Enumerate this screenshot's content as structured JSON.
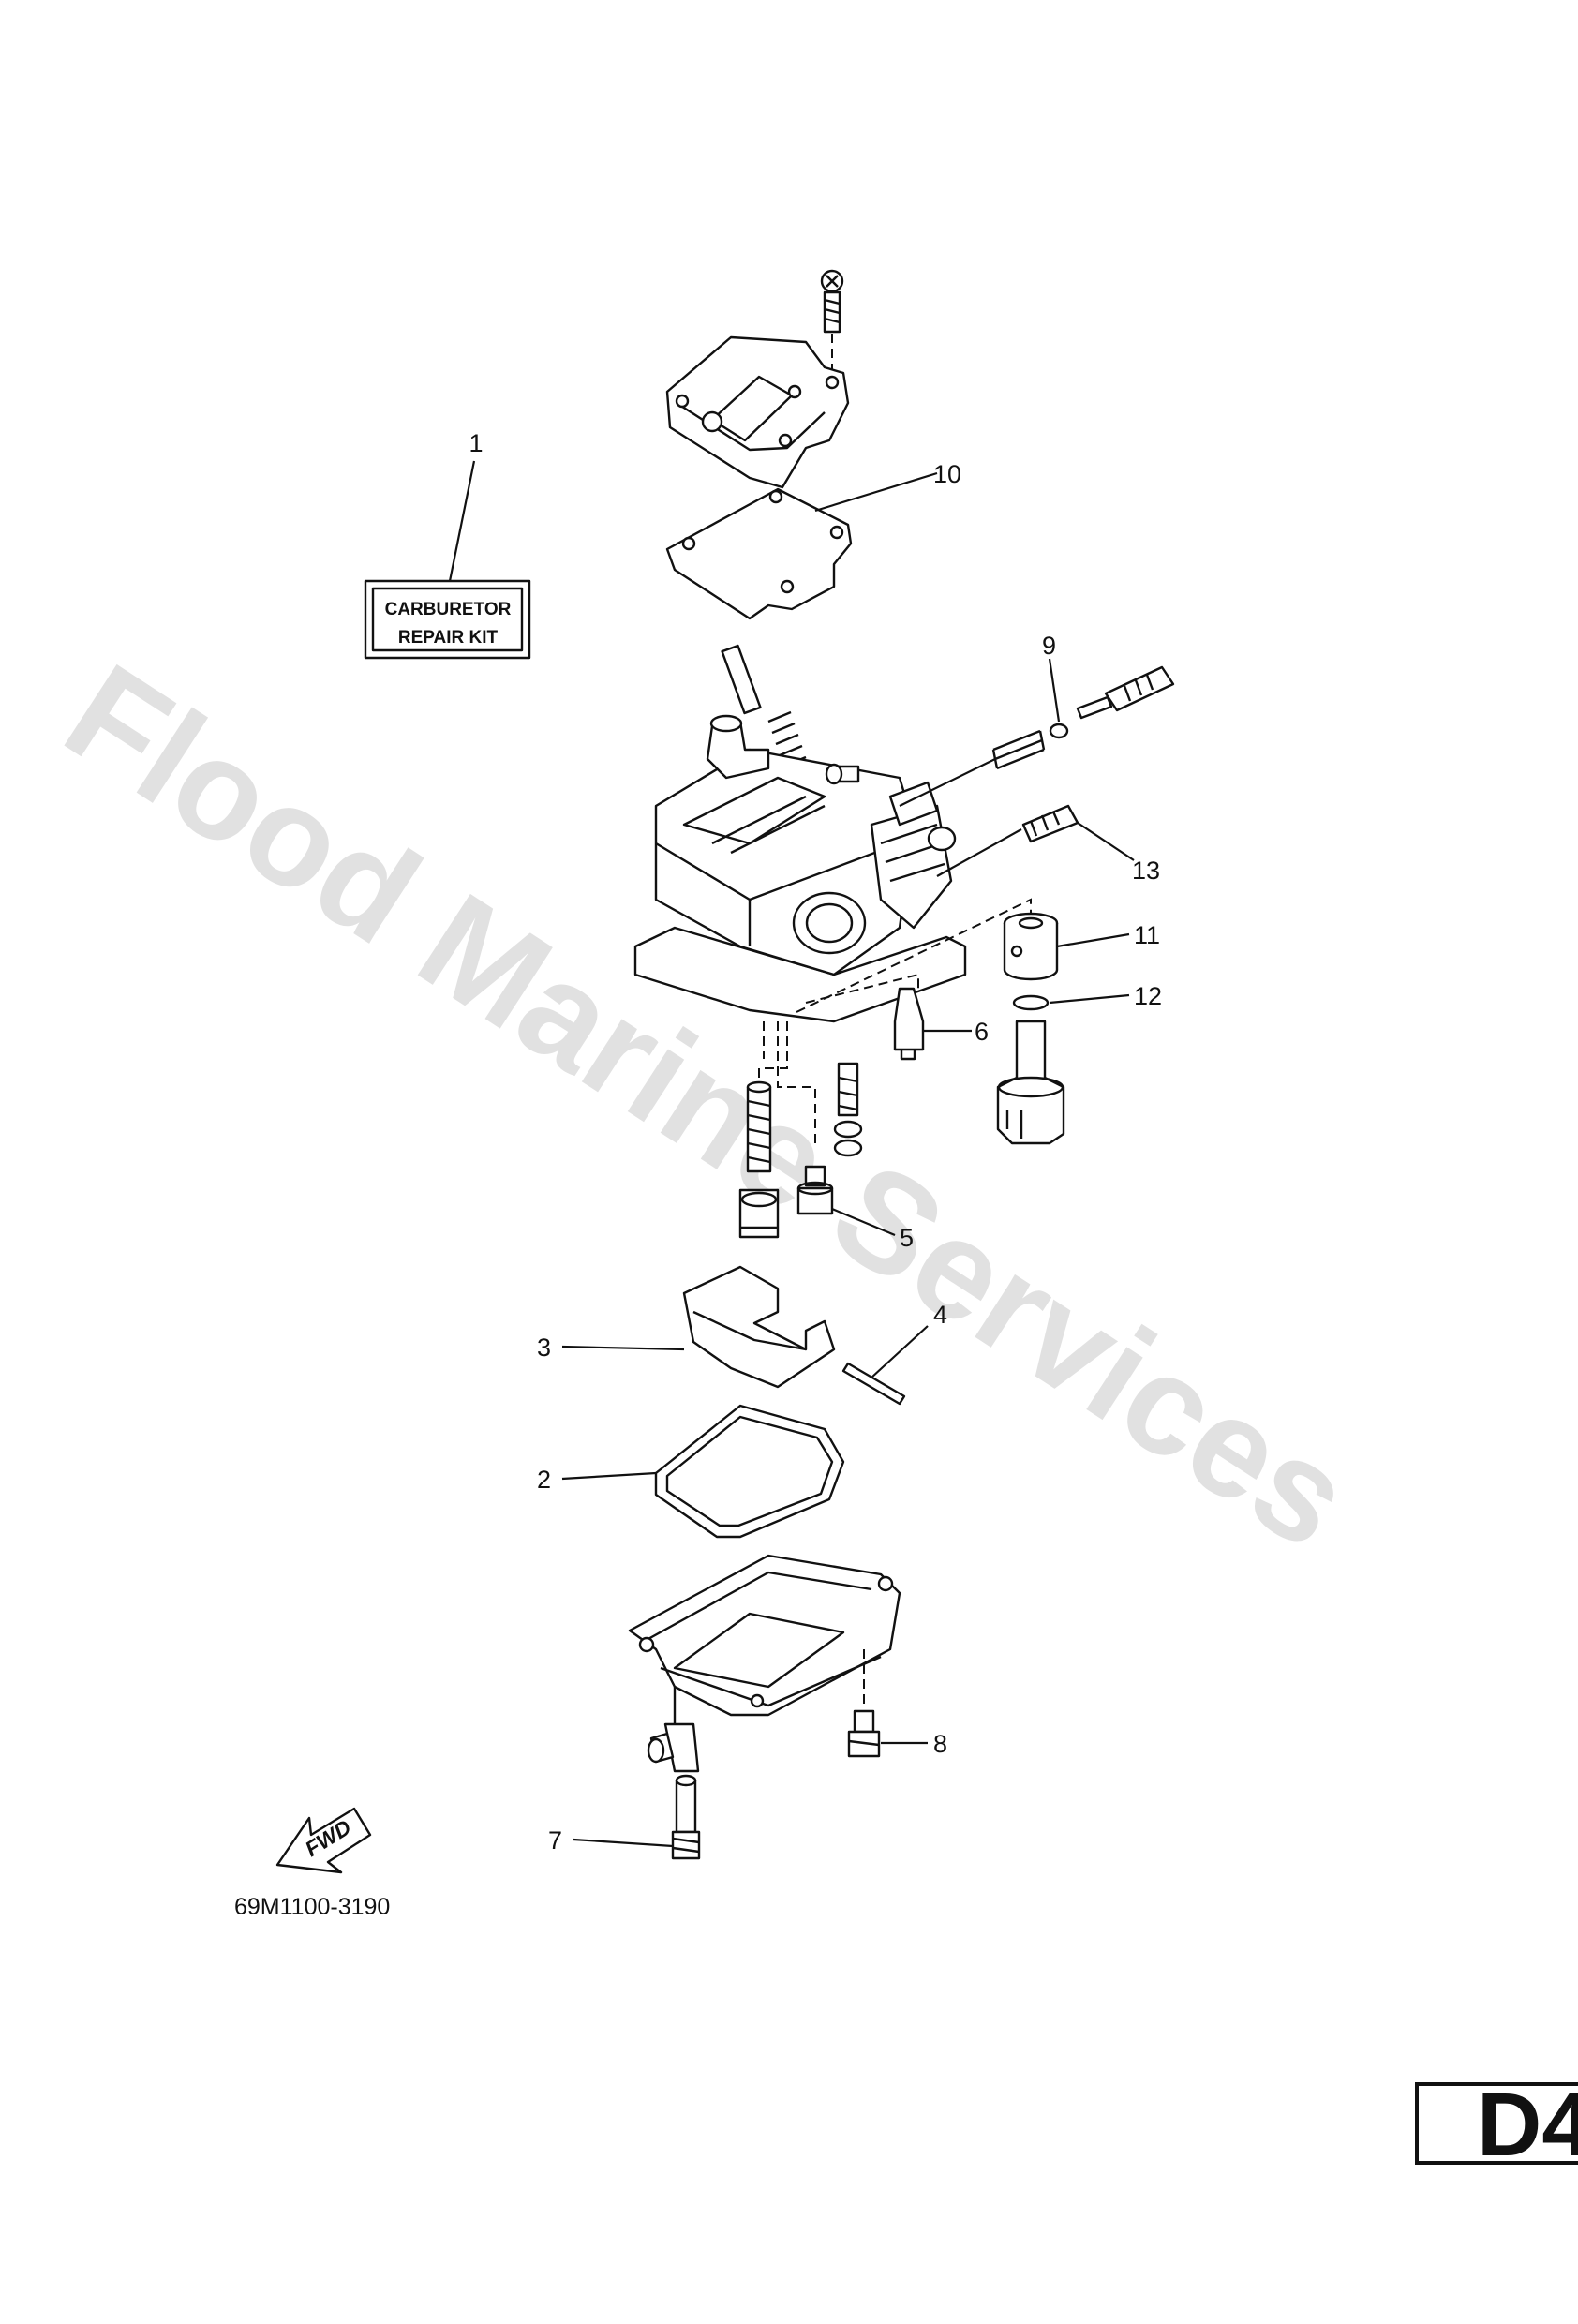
{
  "diagram": {
    "watermark": "Flood Marine Services",
    "kit_label": {
      "line1": "CARBURETOR",
      "line2": "REPAIR KIT"
    },
    "callouts": [
      "1",
      "2",
      "3",
      "4",
      "5",
      "6",
      "7",
      "8",
      "9",
      "10",
      "11",
      "12",
      "13"
    ],
    "part_number": "69M1100-3190",
    "direction_label": "FWD",
    "page_code": "D4"
  }
}
